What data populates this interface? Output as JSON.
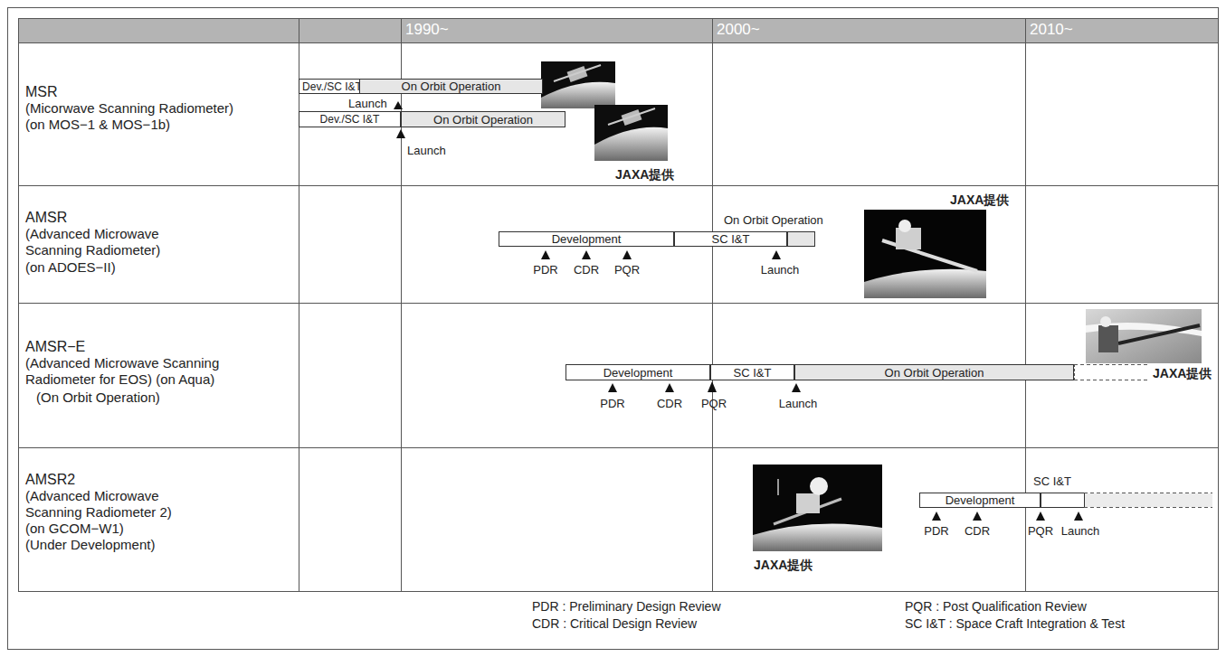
{
  "diagram": {
    "nodes": [
      {
        "text": [
          "Dev./SC I&T"
        ]
      },
      {
        "text": [
          "On Orbit Operation"
        ]
      },
      {
        "text": [
          "Dev./SC I&T"
        ]
      },
      {
        "text": [
          "On Orbit Operation"
        ]
      },
      {
        "text": [
          "Development"
        ]
      },
      {
        "text": [
          "SC I&T"
        ]
      },
      {
        "text": [
          "Development"
        ]
      },
      {
        "text": [
          "SC I&T"
        ]
      },
      {
        "text": [
          "On Orbit Operation"
        ]
      },
      {
        "text": [
          "Development"
        ]
      }
    ],
    "labels": [
      "1990~",
      "2000~",
      "2010~",
      "MSR",
      "(Micorwave Scanning Radiometer)",
      "(on MOS−1 & MOS−1b)",
      "Launch",
      "Launch",
      "JAXA提供",
      "AMSR",
      "(Advanced Microwave Scanning Radiometer)",
      "(on ADOES−II)",
      "On Orbit Operation",
      "PDR",
      "CDR",
      "PQR",
      "Launch",
      "JAXA提供",
      "AMSR−E",
      "(Advanced Microwave Scanning Radiometer for EOS) (on Aqua)",
      "(On Orbit Operation)",
      "PDR",
      "CDR",
      "PQR",
      "Launch",
      "JAXA提供",
      "AMSR2",
      "(Advanced Microwave Scanning Radiometer 2)",
      "(on GCOM−W1)",
      "(Under Development)",
      "SC I&T",
      "PDR",
      "CDR",
      "PQR",
      "Launch",
      "JAXA提供",
      "PDR : Preliminary Design Review",
      "CDR : Critical Design Review",
      "PQR : Post Qualification Review",
      "SC I&T : Space Craft Integration & Test"
    ]
  }
}
